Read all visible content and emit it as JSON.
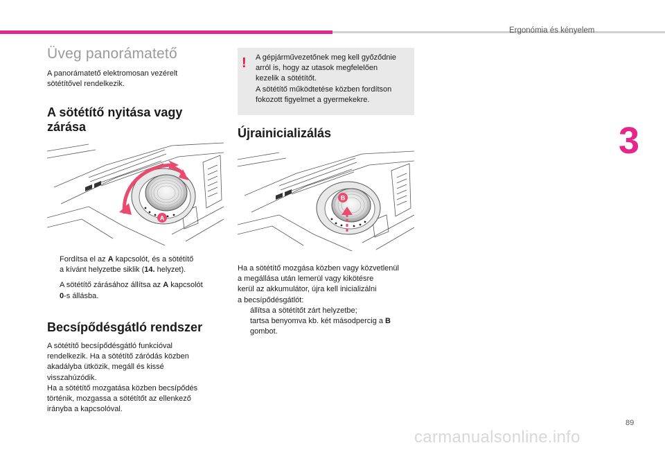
{
  "header": {
    "section": "Ergonómia és kényelem",
    "chapter": "3",
    "page_number": "89"
  },
  "title": "Üveg panorámatető",
  "intro": [
    "A panorámatető elektromosan vezérelt",
    "sötétítővel rendelkezik."
  ],
  "opening": {
    "heading": [
      "A sötétítő nyitása vagy",
      "zárása"
    ],
    "callout": "A",
    "bullet_symbol": "",
    "bullets": [
      {
        "line1_pre": "Fordítsa el az ",
        "line1_bold": "A",
        "line1_post": " kapcsolót, és a sötétítő",
        "line2_pre": "a kívánt helyzetbe siklik (",
        "line2_bold": "14.",
        "line2_post": " helyzet)."
      },
      {
        "line1_pre": "A sötétítő zárásához állítsa az ",
        "line1_bold": "A",
        "line1_post": " kapcsolót",
        "line2_pre": "",
        "line2_bold": "0",
        "line2_post": "-s állásba."
      }
    ]
  },
  "antipinch": {
    "heading": "Becsípődésgátló rendszer",
    "lines": [
      "A sötétítő becsípődésgátló funkcióval",
      "rendelkezik. Ha a sötétítő záródás közben",
      "akadályba ütközik, megáll és kissé",
      "visszahúzódik.",
      "Ha a sötétítő mozgatása közben becsípődés",
      "történik, mozgassa a sötétítőt az ellenkező",
      "irányba a kapcsolóval."
    ]
  },
  "warning": {
    "mark": "!",
    "lines": [
      "A gépjárművezetőnek meg kell győződnie",
      "arról is, hogy az utasok megfelelően",
      "kezelik a sötétítőt.",
      "A sötétítő működtetése közben fordítson",
      "fokozott figyelmet a gyermekekre."
    ]
  },
  "reinit": {
    "heading": "Újrainicializálás",
    "callout": "B",
    "lines": [
      "Ha a sötétítő mozgása közben vagy közvetlenül",
      "a megállása után lemerül vagy kikötésre",
      "kerül az akkumulátor, újra kell inicializálni",
      "a becsípődésgátlót:"
    ],
    "bullets": [
      {
        "pre": "állítsa a sötétítőt zárt helyzetbe;",
        "bold": "",
        "post": ""
      },
      {
        "pre": "tartsa benyomva kb. két másodpercig a ",
        "bold": "B",
        "post": ""
      }
    ],
    "last_line": "gombot."
  },
  "watermark": "carmanualsonline.info",
  "colors": {
    "accent": "#e5268a",
    "warning": "#e3173e",
    "callout": "#e94a6f"
  }
}
